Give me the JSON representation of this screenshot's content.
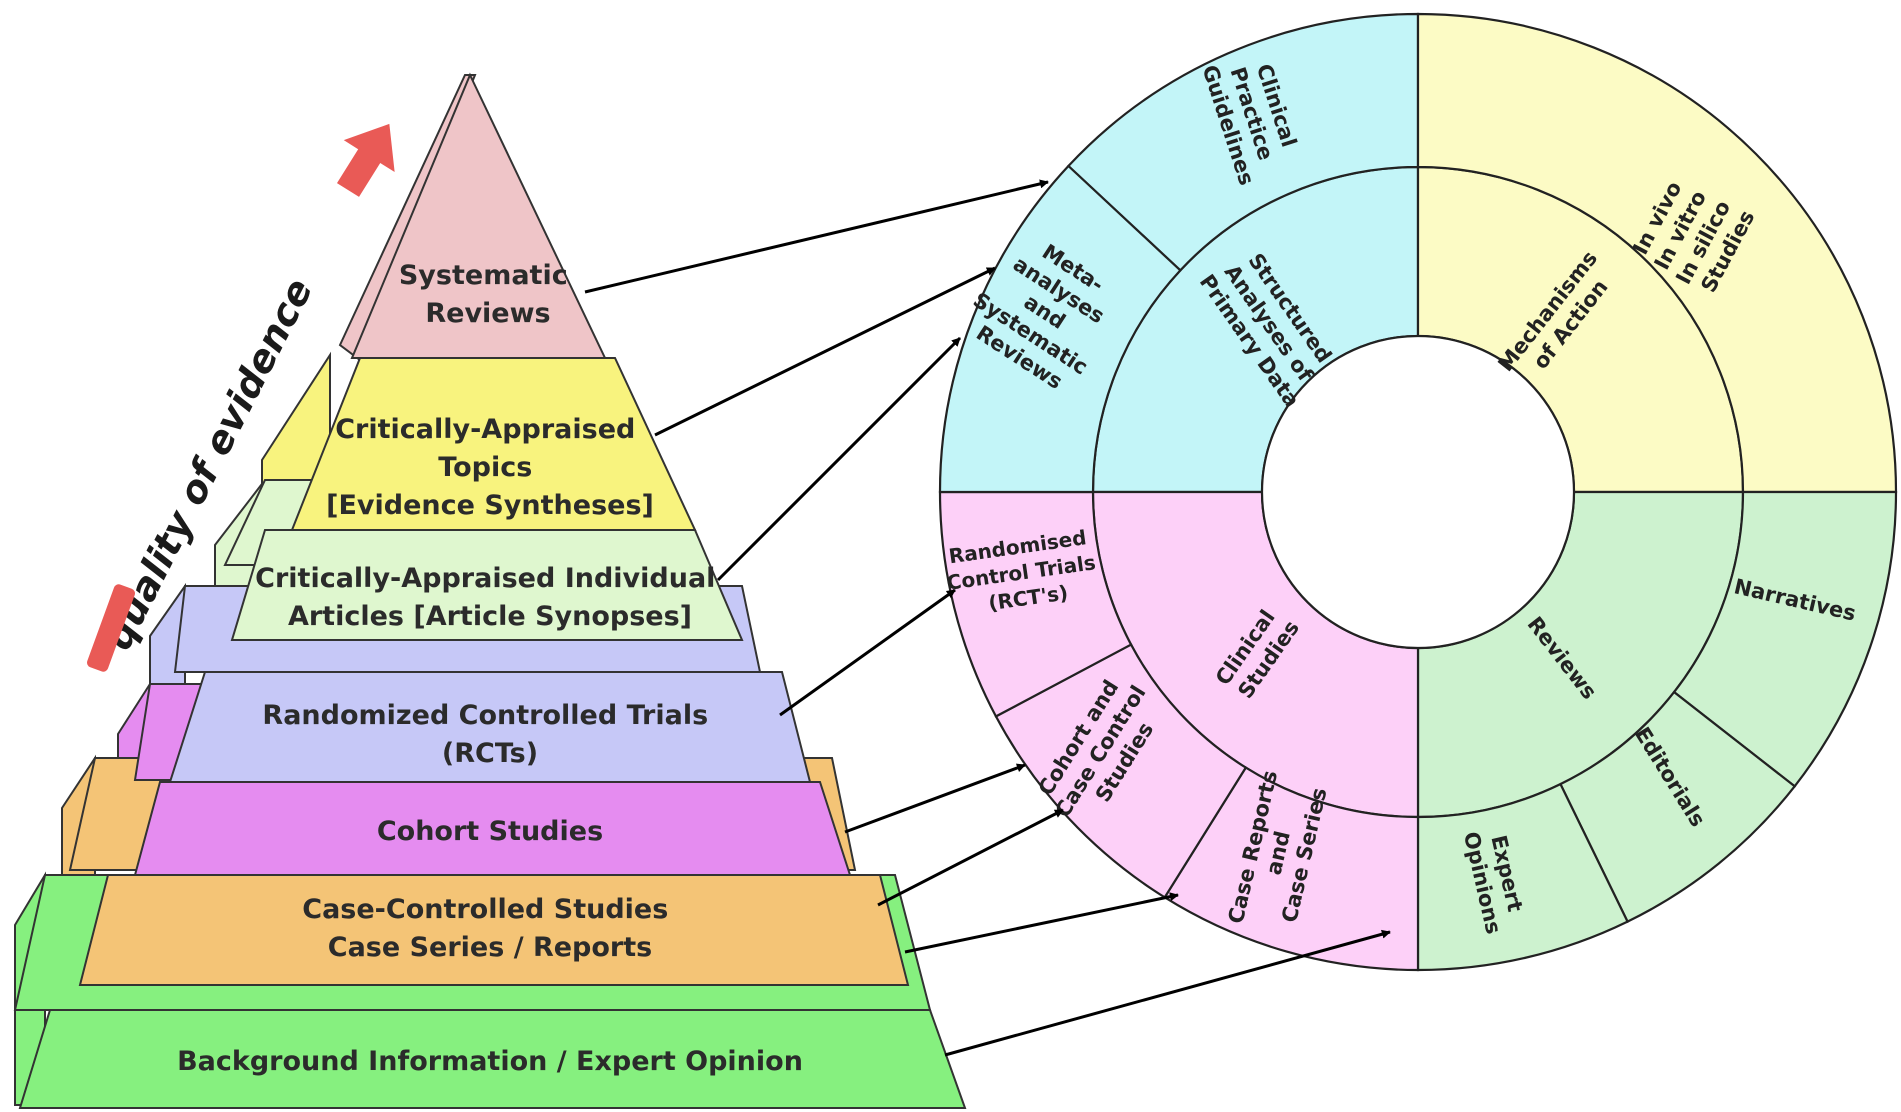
{
  "quality_label": "quality of evidence",
  "colors": {
    "pink": "#efc5c8",
    "yellow": "#f8f37e",
    "light_green": "#dff7cf",
    "lavender": "#c6c8f7",
    "purple": "#e58cf0",
    "orange": "#f4c476",
    "green": "#86f07f",
    "cyan": "#c3f5f8",
    "cream": "#fcfbc5",
    "mint": "#cdf2cf",
    "rose": "#fdd0f8",
    "red_arrow": "#e95a56"
  },
  "pyramid": {
    "levels": [
      {
        "lines": [
          "Systematic",
          "Reviews"
        ]
      },
      {
        "lines": [
          "Critically-Appraised",
          "Topics",
          "[Evidence Syntheses]"
        ]
      },
      {
        "lines": [
          "Critically-Appraised Individual",
          "Articles [Article Synopses]"
        ]
      },
      {
        "lines": [
          "Randomized Controlled Trials",
          "(RCTs)"
        ]
      },
      {
        "lines": [
          "Cohort Studies"
        ]
      },
      {
        "lines": [
          "Case-Controlled Studies",
          "Case Series / Reports"
        ]
      },
      {
        "lines": [
          "Background Information / Expert Opinion"
        ]
      }
    ]
  },
  "wheel": {
    "inner": [
      {
        "lines": [
          "Structured",
          "Analyses of",
          "Primary Data"
        ]
      },
      {
        "lines": [
          "Mechanisms",
          "of Action"
        ]
      },
      {
        "lines": [
          "Reviews"
        ]
      },
      {
        "lines": [
          "Clinical",
          "Studies"
        ]
      }
    ],
    "outer": [
      {
        "lines": [
          "Clinical",
          "Practice",
          "Guidelines"
        ]
      },
      {
        "lines": [
          "In vivo",
          "In vitro",
          "In silico",
          "Studies"
        ]
      },
      {
        "lines": [
          "Narratives"
        ]
      },
      {
        "lines": [
          "Editorials"
        ]
      },
      {
        "lines": [
          "Expert",
          "Opinions"
        ]
      },
      {
        "lines": [
          "Case Reports",
          "and",
          "Case Series"
        ]
      },
      {
        "lines": [
          "Cohort and",
          "Case Control",
          "Studies"
        ]
      },
      {
        "lines": [
          "Randomised",
          "Control Trials",
          "(RCT's)"
        ]
      },
      {
        "lines": [
          "Meta-",
          "analyses",
          "and",
          "Systematic",
          "Reviews"
        ]
      }
    ]
  }
}
